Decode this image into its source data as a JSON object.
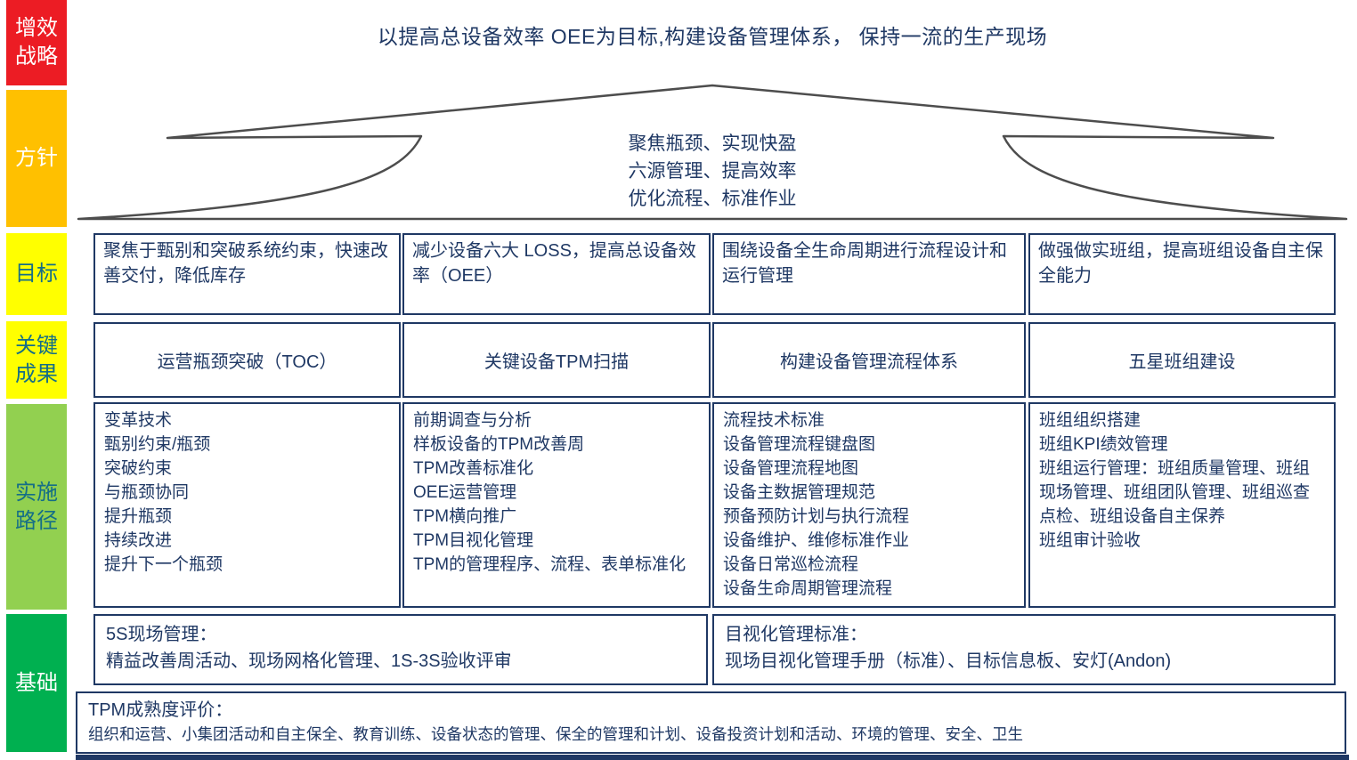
{
  "page": {
    "title": "以提高总设备效率 OEE为目标,构建设备管理体系， 保持一流的生产现场"
  },
  "colors": {
    "strategy_bg": "#EC1C24",
    "policy_bg": "#FFC000",
    "goal_bg": "#FFFF00",
    "result_bg": "#FFFF00",
    "path_bg": "#92D050",
    "foundation_bg": "#00B050",
    "white_text": "#FFFFFF",
    "teal_text": "#156E87",
    "body_text": "#1F3864",
    "box_border": "#1F3864",
    "roof_stroke": "#4D4D4D",
    "bottom_bar": "#1F3864"
  },
  "sidebar": {
    "strategy": "增效战略",
    "policy": "方针",
    "goal": "目标",
    "key_result": "关键成果",
    "path": "实施路径",
    "foundation": "基础"
  },
  "roof": {
    "lines": [
      "聚焦瓶颈、实现快盈",
      "六源管理、提高效率",
      "优化流程、标准作业"
    ]
  },
  "goals": [
    "聚焦于甄别和突破系统约束，快速改善交付，降低库存",
    "减少设备六大 LOSS，提高总设备效率（OEE）",
    "围绕设备全生命周期进行流程设计和运行管理",
    "做强做实班组，提高班组设备自主保全能力"
  ],
  "key_results": [
    "运营瓶颈突破（TOC）",
    "关键设备TPM扫描",
    "构建设备管理流程体系",
    "五星班组建设"
  ],
  "paths": [
    {
      "items": [
        "变革技术",
        "甄别约束/瓶颈",
        "突破约束",
        "与瓶颈协同",
        "提升瓶颈",
        "持续改进",
        "提升下一个瓶颈"
      ]
    },
    {
      "items": [
        "前期调查与分析",
        "样板设备的TPM改善周",
        "TPM改善标准化",
        "OEE运营管理",
        "TPM横向推广",
        "TPM目视化管理",
        "TPM的管理程序、流程、表单标准化"
      ]
    },
    {
      "items": [
        "流程技术标准",
        "设备管理流程键盘图",
        "设备管理流程地图",
        "设备主数据管理规范",
        "预备预防计划与执行流程",
        "设备维护、维修标准作业",
        "设备日常巡检流程",
        "设备生命周期管理流程"
      ]
    },
    {
      "items": [
        "班组组织搭建",
        "班组KPI绩效管理",
        "班组运行管理：班组质量管理、班组现场管理、班组团队管理、班组巡查点检、班组设备自主保养",
        "班组审计验收"
      ]
    }
  ],
  "foundation": {
    "left": {
      "title": "5S现场管理：",
      "content": "精益改善周活动、现场网格化管理、1S-3S验收评审"
    },
    "right": {
      "title": "目视化管理标准：",
      "content": "现场目视化管理手册（标准）、目标信息板、安灯(Andon)"
    },
    "bottom": {
      "title": "TPM成熟度评价：",
      "content": "组织和运营、小集团活动和自主保全、教育训练、设备状态的管理、保全的管理和计划、设备投资计划和活动、环境的管理、安全、卫生"
    }
  }
}
